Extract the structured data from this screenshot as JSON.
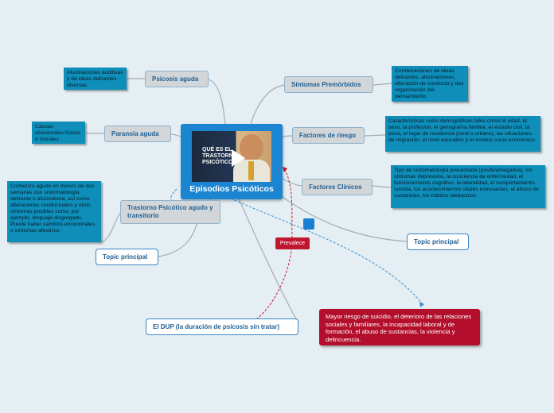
{
  "central": {
    "title": "Episodios Psicóticos",
    "thumbnail_caption": "QUÉ ES EL TRASTORNO PSICÓTICO",
    "thumbnail_icon": "play-icon"
  },
  "topics": {
    "psicosis_aguda": "Psicosis aguda",
    "paranoia_aguda": "Paranoia aguda",
    "trastorno_psicotico": "Trastorno Psicótico agudo y transitorio",
    "topic_left": "Topic principal",
    "sintomas_premorbidos": "Síntomas Premórbidos",
    "factores_riesgo": "Factores de riesgo",
    "factores_clinicos": "Factores Clínicos",
    "topic_right": "Topic principal",
    "dup": "El DUP (la duración de psicosis sin tratar)"
  },
  "notes": {
    "alucinaciones": "Alucinaciones auditivas y de ideas delirantes diversas",
    "causas": "Causas ocasionales físicas o morales",
    "comienzo": "Comienzo agudo en menos de dos semanas con sintomatología delirante o alucinatoria, así como alteraciones conductuales y otros síntomas posibles como, por ejemplo, lenguaje disgregado. Puede haber cambios emocionales o síntomas afectivos",
    "combinaciones": "Combinaciones de ideas delirantes, alucinaciones, alteración de conducta y des organización del pensamiento.",
    "caracteristicas": "Características socio demográficas tales como la edad, el sexo, la profesión, el genograma familiar, el estadio civil, la etnia, el lugar de residencia (rural o urbano), las situaciones de migración, el nivel educativo y el estatus socio económico.",
    "tipo": "Tipo de sintomatología presentada (positiva/negativa), los síntomas depresivos, la conciencia de enfermedad, el funcionamiento cognitivo, la lateralidad, el comportamiento suicida, los acontecimientos vitales estresantes, el abuso de sustancias, los hábitos tabáquicos."
  },
  "riesgo": "Mayor riesgo de suicidio, el deterioro de las relaciones sociales y familiares, la incapacidad laboral y de formación, el abuso de sustancias, la violencia y delincuencia.",
  "relationship_label": "Prevalece",
  "colors": {
    "background": "#e4eef3",
    "central": "#1b85d2",
    "note": "#0e8eb9",
    "alert": "#b30e2c",
    "link_text": "#1f5f92"
  }
}
